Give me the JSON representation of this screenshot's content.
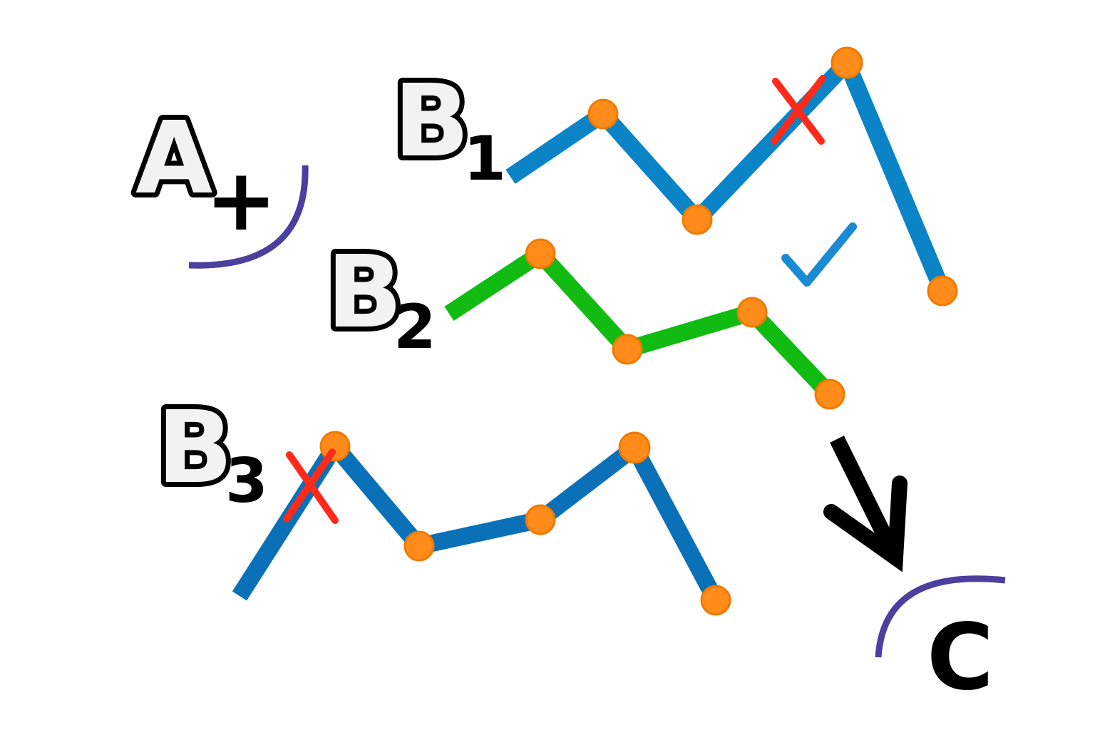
{
  "labels": {
    "start": "A",
    "start_sign": "+",
    "path1": "B",
    "path1_index": "1",
    "path2": "B",
    "path2_index": "2",
    "path3": "B",
    "path3_index": "3",
    "end": "C"
  },
  "paths": [
    {
      "id": "B1",
      "color": "#0a84c6",
      "status": "rejected",
      "status_icon": "red-x-icon"
    },
    {
      "id": "B2",
      "color": "#11bb11",
      "status": "accepted",
      "status_icon": "blue-checkmark-icon"
    },
    {
      "id": "B3",
      "color": "#0a70b8",
      "status": "rejected",
      "status_icon": "red-x-icon"
    }
  ],
  "colors": {
    "node": "#ff8c1a",
    "node_outline": "#f07a00",
    "reject_mark": "#ff2a1a",
    "accept_mark": "#1a8ad4",
    "arc": "#4b3fa0",
    "arrow": "#000000"
  },
  "icons": {
    "start_arc": "arc-icon",
    "end_arc": "arc-icon",
    "flow_arrow": "arrow-down-right-icon"
  }
}
